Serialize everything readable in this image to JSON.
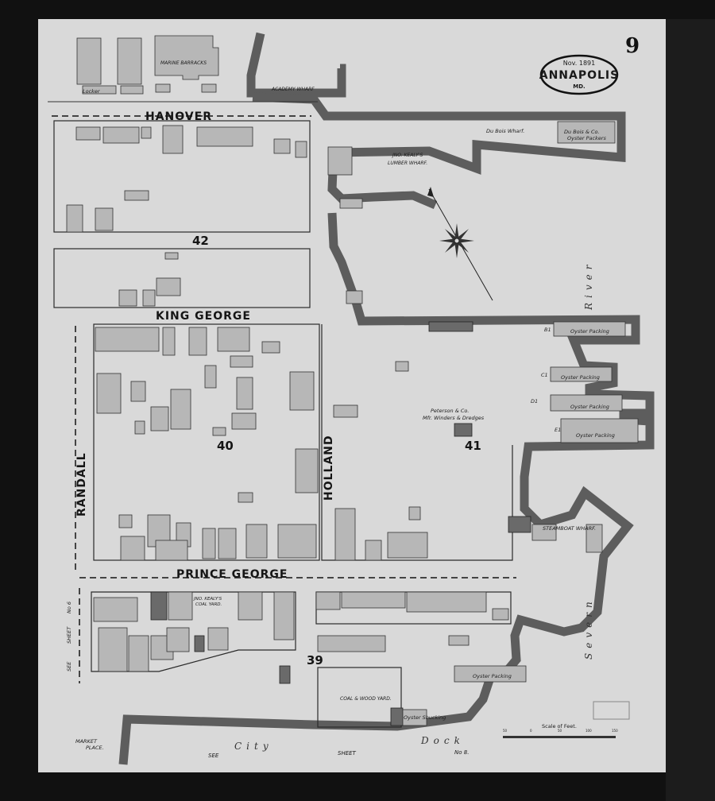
{
  "sheet": {
    "number": "9",
    "cartouche": {
      "date": "Nov. 1891",
      "city": "ANNAPOLIS",
      "state": "MD."
    }
  },
  "streets": {
    "hanover": "HANOVER",
    "king_george": "KING GEORGE",
    "prince_george": "PRINCE GEORGE",
    "randall": "RANDALL",
    "holland": "HOLLAND"
  },
  "blocks": {
    "b42": "42",
    "b40": "40",
    "b41": "41",
    "b39": "39"
  },
  "labels": {
    "marine_barracks": "MARINE BARRACKS",
    "academy_wharf": "ACADEMY WHARF",
    "locker": "Locker",
    "dubois_wharf": "Du Bois Wharf.",
    "dubois_co": "Du Bois & Co.",
    "dubois_packers": "Oyster Packers",
    "kealy_lumber_1": "JNO. KEALY'S",
    "kealy_lumber_2": "LUMBER WHARF.",
    "peterson_1": "Peterson & Co.",
    "peterson_2": "Mfr. Winders & Dredges",
    "oyster_packing": "Oyster Packing",
    "b1": "B1",
    "c1": "C1",
    "d1": "D1",
    "e1": "E1",
    "steamboat_wharf": "STEAMBOAT WHARF.",
    "kealy_coal_1": "JNO. KEALY'S",
    "kealy_coal_2": "COAL YARD.",
    "coal_wood_yard": "COAL & WOOD YARD.",
    "oyster_shucking": "Oyster Shucking",
    "market_place_1": "MARKET",
    "market_place_2": "PLACE.",
    "see_sheet_left_1": "SEE",
    "see_sheet_left_2": "SHEET",
    "see_sheet_left_3": "No 6",
    "see_bottom": "SEE",
    "city": "City",
    "sheet_word": "SHEET",
    "dock": "Dock",
    "no8": "No 8.",
    "river": "River",
    "severn": "Severn",
    "scale": "Scale of Feet.",
    "scale_ticks": [
      "50",
      "0",
      "50",
      "100",
      "150"
    ]
  }
}
